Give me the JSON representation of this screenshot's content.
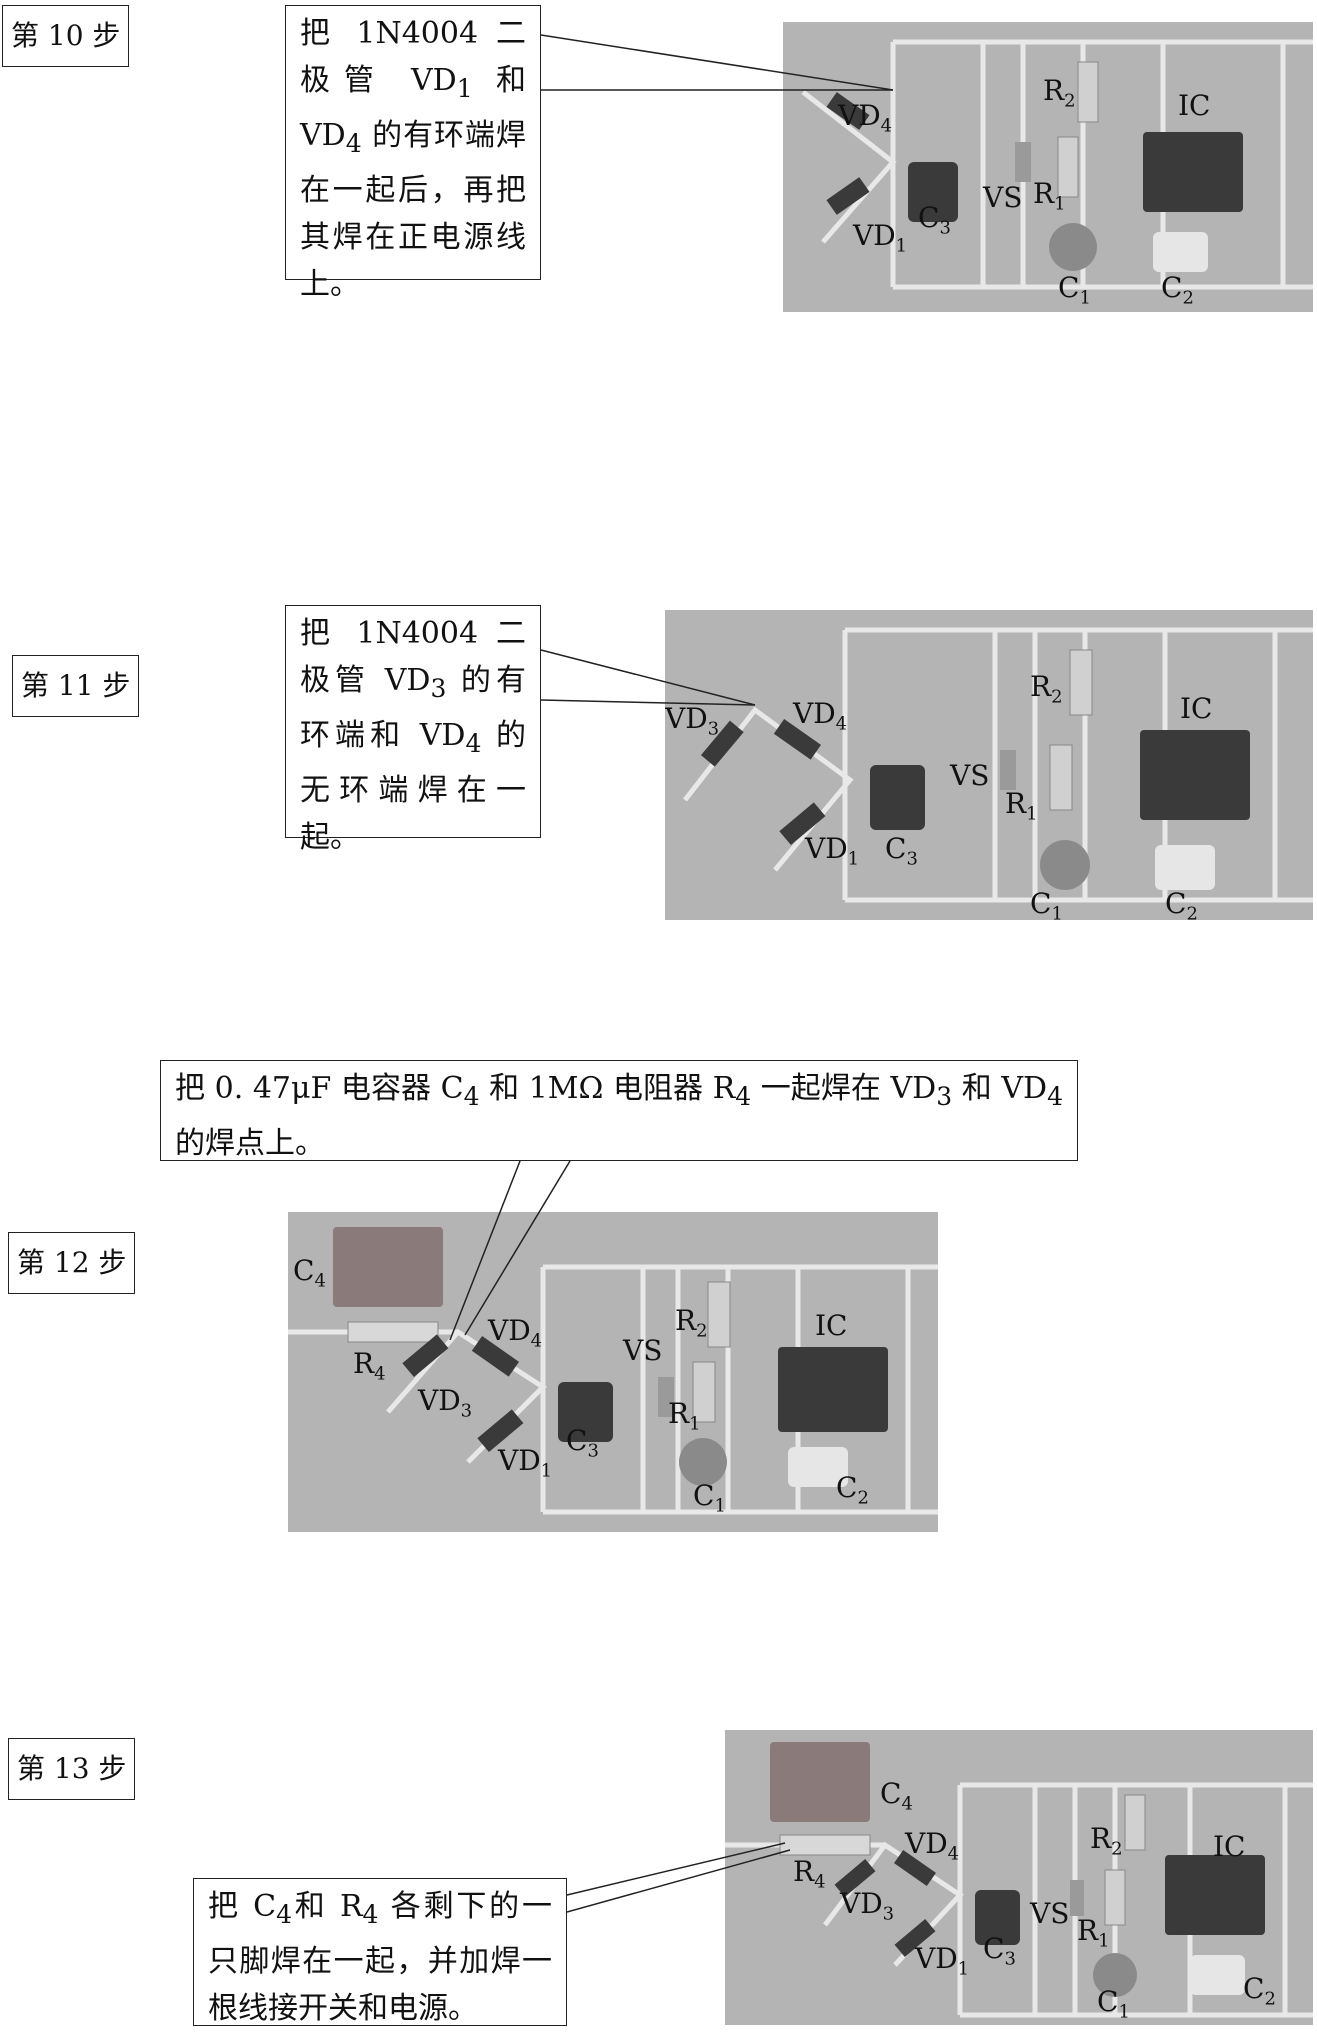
{
  "steps": [
    {
      "label": "第 10 步",
      "callout": [
        "把 1N4004 二极管 VD",
        "1",
        " 和 VD",
        "4",
        " 的有环端焊在一起后，再把其焊在正电源线上。"
      ],
      "components": {
        "vd4": "VD",
        "vd4_sub": "4",
        "vd1": "VD",
        "vd1_sub": "1",
        "c3": "C",
        "c3_sub": "3",
        "vs": "VS",
        "r1": "R",
        "r1_sub": "1",
        "r2": "R",
        "r2_sub": "2",
        "ic": "IC",
        "c1": "C",
        "c1_sub": "1",
        "c2": "C",
        "c2_sub": "2"
      }
    },
    {
      "label": "第 11 步",
      "callout": [
        "把 1N4004 二极管 VD",
        "3",
        " 的有环端和 VD",
        "4",
        " 的无环端焊在一起。"
      ],
      "components": {
        "vd3": "VD",
        "vd3_sub": "3",
        "vd4": "VD",
        "vd4_sub": "4",
        "vd1": "VD",
        "vd1_sub": "1",
        "c3": "C",
        "c3_sub": "3",
        "vs": "VS",
        "r1": "R",
        "r1_sub": "1",
        "r2": "R",
        "r2_sub": "2",
        "ic": "IC",
        "c1": "C",
        "c1_sub": "1",
        "c2": "C",
        "c2_sub": "2"
      }
    },
    {
      "label": "第 12 步",
      "callout": [
        "把 0. 47μF 电容器 C",
        "4",
        " 和 1MΩ 电阻器 R",
        "4",
        " 一起焊在 VD",
        "3",
        " 和 VD",
        "4",
        " 的焊点上。"
      ],
      "components": {
        "c4": "C",
        "c4_sub": "4",
        "r4": "R",
        "r4_sub": "4",
        "vd3": "VD",
        "vd3_sub": "3",
        "vd4": "VD",
        "vd4_sub": "4",
        "vd1": "VD",
        "vd1_sub": "1",
        "c3": "C",
        "c3_sub": "3",
        "vs": "VS",
        "r1": "R",
        "r1_sub": "1",
        "r2": "R",
        "r2_sub": "2",
        "ic": "IC",
        "c1": "C",
        "c1_sub": "1",
        "c2": "C",
        "c2_sub": "2"
      }
    },
    {
      "label": "第 13 步",
      "callout": [
        "把 C",
        "4",
        "和 R",
        "4",
        " 各剩下的一只脚焊在一起，并加焊一根线接开关和电源。"
      ],
      "components": {
        "c4": "C",
        "c4_sub": "4",
        "r4": "R",
        "r4_sub": "4",
        "vd3": "VD",
        "vd3_sub": "3",
        "vd4": "VD",
        "vd4_sub": "4",
        "vd1": "VD",
        "vd1_sub": "1",
        "c3": "C",
        "c3_sub": "3",
        "vs": "VS",
        "r1": "R",
        "r1_sub": "1",
        "r2": "R",
        "r2_sub": "2",
        "ic": "IC",
        "c1": "C",
        "c1_sub": "1",
        "c2": "C",
        "c2_sub": "2"
      }
    }
  ],
  "colors": {
    "photo_bg": "#b4b4b4",
    "wire": "#e8e8e8",
    "component_dark": "#3a3a3a",
    "capacitor_c4": "#8a7a7a"
  }
}
